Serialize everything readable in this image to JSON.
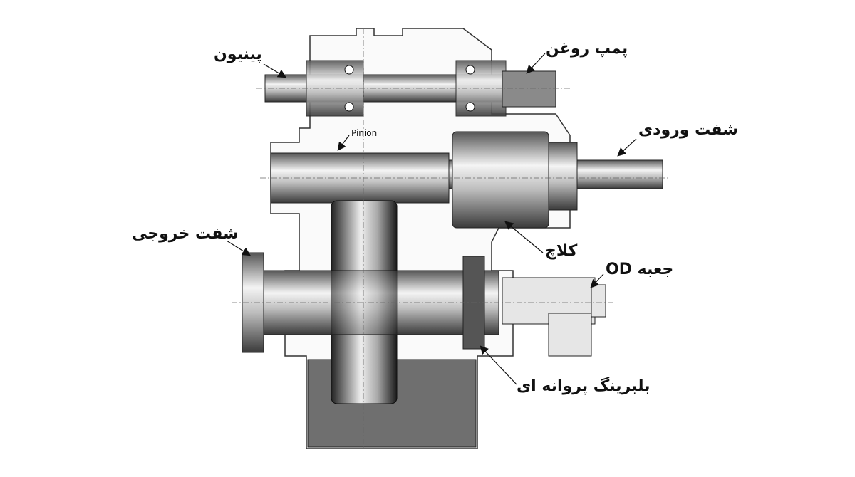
{
  "labels": {
    "pinion": "پینیون",
    "oil_pump": "پمپ روغن",
    "input_shaft": "شفت ورودی",
    "output_shaft": "شفت خروجی",
    "clutch": "کلاچ",
    "od_box": "جعبه OD",
    "thrust_bearing": "بلبرینگ پروانه ای",
    "pinion_en": "Pinion"
  },
  "colors": {
    "oil": "#6f6f6f",
    "outline": "#222222",
    "metal": "#cfcfcf"
  }
}
